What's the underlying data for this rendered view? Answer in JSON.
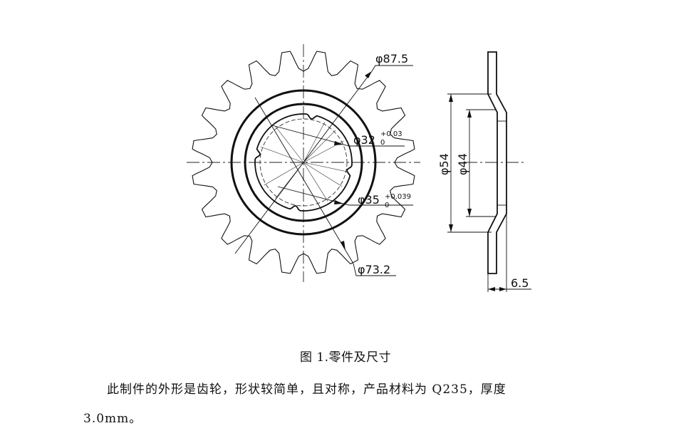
{
  "drawing": {
    "dims": {
      "d87_5": "φ87.5",
      "d32_base": "φ32",
      "d32_tol_upper": "+0.03",
      "d32_tol_lower": "0",
      "d35_base": "φ35",
      "d35_tol_upper": "+0.039",
      "d35_tol_lower": "0",
      "d73_2": "φ73.2",
      "d54": "φ54",
      "d44": "φ44",
      "t6_5": "6.5"
    },
    "gear_teeth": 20
  },
  "caption": "图 1.零件及尺寸",
  "paragraph": {
    "line1": "此制件的外形是齿轮，形状较简单，且对称，产品材料为 Q235，厚度",
    "line2": "3.0mm。"
  }
}
